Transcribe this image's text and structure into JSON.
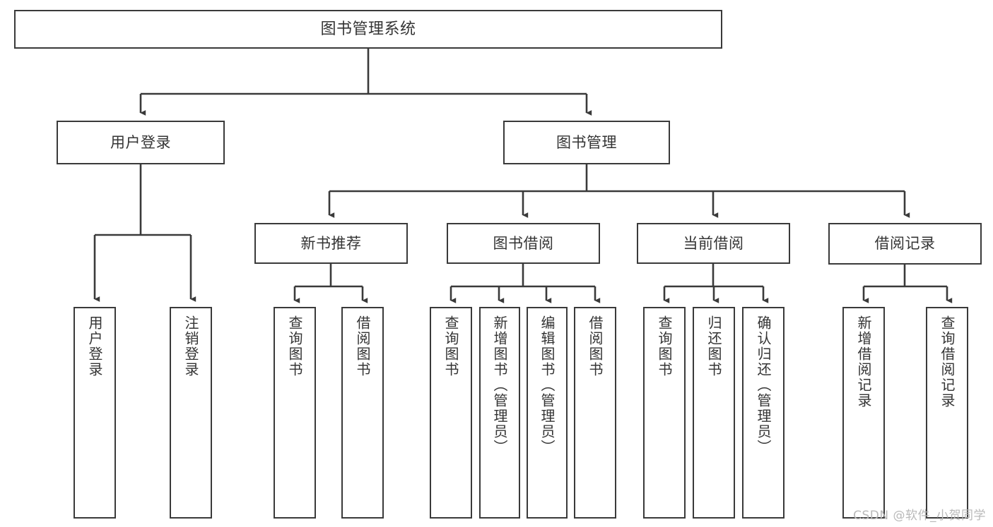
{
  "diagram": {
    "title": "图书管理系统",
    "type": "tree",
    "watermark": "CSDN @软件_小贺同学",
    "colors": {
      "stroke": "#3a3a3a",
      "text": "#343434",
      "background": "#ffffff",
      "watermark": "#b9b9b9"
    },
    "nodes": {
      "root": {
        "label": "图书管理系统"
      },
      "level1": [
        {
          "id": "user-login",
          "label": "用户登录"
        },
        {
          "id": "book-manage",
          "label": "图书管理"
        }
      ],
      "level2": [
        {
          "id": "new-book-recommend",
          "label": "新书推荐"
        },
        {
          "id": "book-borrow",
          "label": "图书借阅"
        },
        {
          "id": "current-borrow",
          "label": "当前借阅"
        },
        {
          "id": "borrow-record",
          "label": "借阅记录"
        }
      ],
      "leaves": {
        "user_login": [
          {
            "id": "leaf-user-login",
            "label": "用户登录"
          },
          {
            "id": "leaf-logout-login",
            "label": "注销登录"
          }
        ],
        "new_book_recommend": [
          {
            "id": "leaf-query-book-1",
            "label": "查询图书"
          },
          {
            "id": "leaf-borrow-book-1",
            "label": "借阅图书"
          }
        ],
        "book_borrow": [
          {
            "id": "leaf-query-book-2",
            "label": "查询图书"
          },
          {
            "id": "leaf-add-book",
            "label": "新增图书（管理员）"
          },
          {
            "id": "leaf-edit-book",
            "label": "编辑图书（管理员）"
          },
          {
            "id": "leaf-borrow-book-2",
            "label": "借阅图书"
          }
        ],
        "current_borrow": [
          {
            "id": "leaf-query-book-3",
            "label": "查询图书"
          },
          {
            "id": "leaf-return-book",
            "label": "归还图书"
          },
          {
            "id": "leaf-confirm-return",
            "label": "确认归还（管理员）"
          }
        ],
        "borrow_record": [
          {
            "id": "leaf-add-record",
            "label": "新增借阅记录"
          },
          {
            "id": "leaf-query-record",
            "label": "查询借阅记录"
          }
        ]
      }
    }
  }
}
